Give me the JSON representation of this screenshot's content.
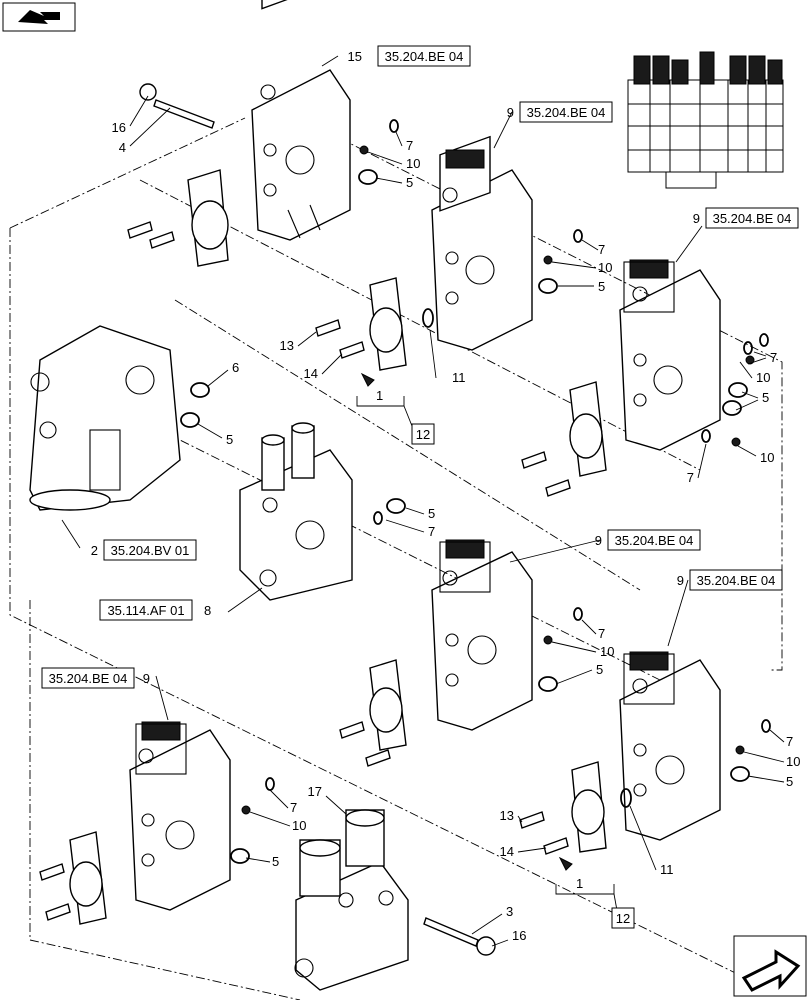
{
  "icons": {
    "top_left": "book-arrow-icon",
    "bottom_right": "next-page-arrow-icon"
  },
  "refs": {
    "be04": "35.204.BE 04",
    "bv01": "35.204.BV 01",
    "af01": "35.114.AF 01",
    "n12": "12"
  },
  "callouts": {
    "n1": "1",
    "n2": "2",
    "n3": "3",
    "n4": "4",
    "n5": "5",
    "n6": "6",
    "n7": "7",
    "n8": "8",
    "n9": "9",
    "n10": "10",
    "n11": "11",
    "n13": "13",
    "n14": "14",
    "n15": "15",
    "n16": "16",
    "n17": "17"
  }
}
